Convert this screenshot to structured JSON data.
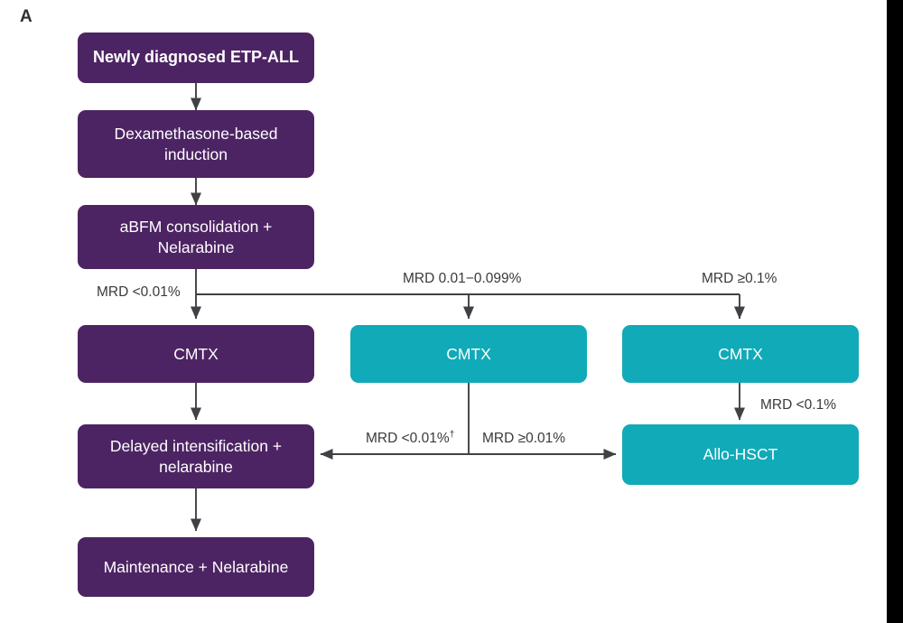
{
  "figure": {
    "panel_label": "A",
    "colors": {
      "purple": "#4d2463",
      "teal": "#10aab8",
      "label_text": "#3a3a3a",
      "connector": "#3f4144",
      "edge_bar": "#000000"
    }
  },
  "nodes": {
    "diagnosis": "Newly diagnosed ETP-ALL",
    "induction": "Dexamethasone-based induction",
    "consolidation": "aBFM consolidation + Nelarabine",
    "cmtx_low": "CMTX",
    "cmtx_mid": "CMTX",
    "cmtx_high": "CMTX",
    "delayed_intensification": "Delayed intensification + nelarabine",
    "allo_hsct": "Allo-HSCT",
    "maintenance": "Maintenance + Nelarabine"
  },
  "edge_labels": {
    "mrd_low": "MRD <0.01%",
    "mrd_mid": "MRD 0.01−0.099%",
    "mrd_high": "MRD ≥0.1%",
    "mrd_post_allo": "MRD <0.1%",
    "mrd_back_left": "MRD <0.01%",
    "mrd_back_left_dagger": "†",
    "mrd_back_right": "MRD ≥0.01%"
  }
}
